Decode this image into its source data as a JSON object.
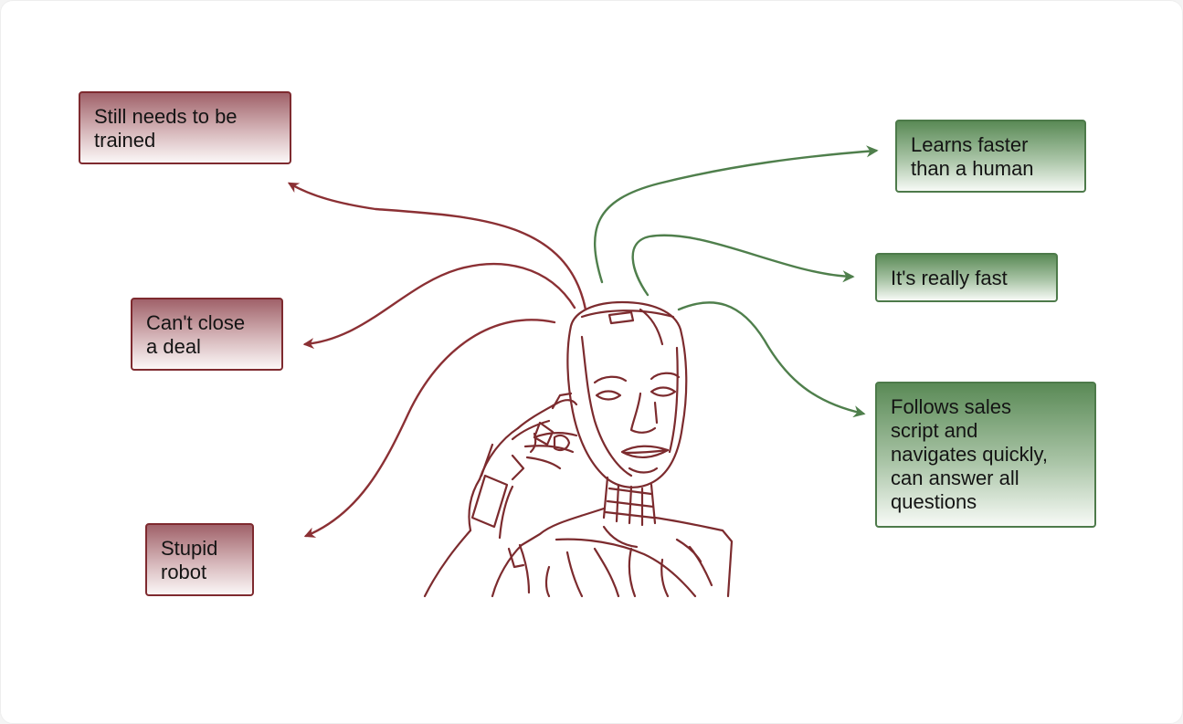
{
  "colors": {
    "negative": "#8b3034",
    "positive": "#4f7f4c",
    "background": "#ffffff"
  },
  "illustration": {
    "icon": "robot-thinking-sketch-icon"
  },
  "negatives": [
    {
      "id": "neg-trained",
      "text": "Still needs to be\ntrained"
    },
    {
      "id": "neg-close",
      "text": "Can't close\na deal"
    },
    {
      "id": "neg-stupid",
      "text": "Stupid\nrobot"
    }
  ],
  "positives": [
    {
      "id": "pos-learns",
      "text": "Learns faster\nthan a human"
    },
    {
      "id": "pos-fast",
      "text": "It's really fast"
    },
    {
      "id": "pos-script",
      "text": "Follows sales\nscript and\nnavigates quickly,\ncan answer all\nquestions"
    }
  ]
}
